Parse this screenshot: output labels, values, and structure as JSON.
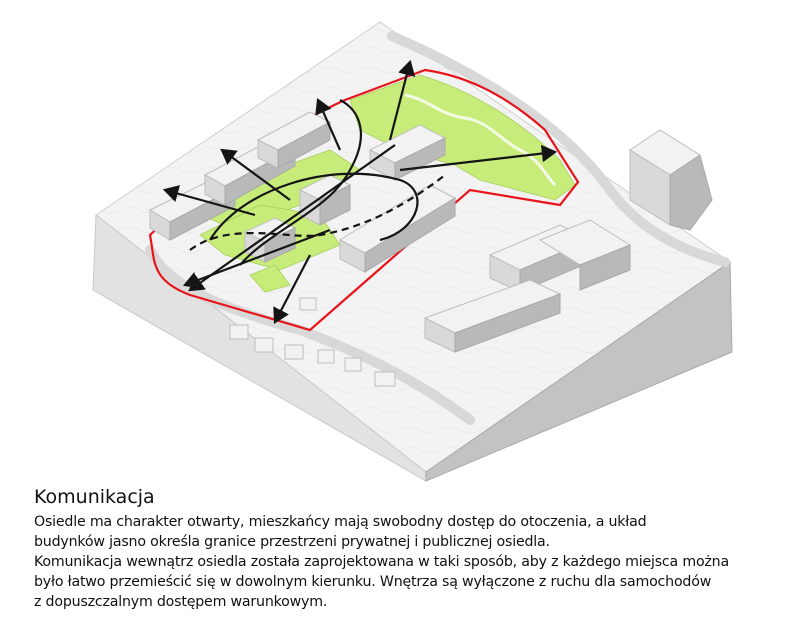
{
  "caption": {
    "title": "Komunikacja",
    "lines": [
      "Osiedle ma charakter otwarty, mieszkańcy mają swobodny dostęp do otoczenia, a układ",
      "budynków jasno określa granice przestrzeni prywatnej i publicznej osiedla.",
      "Komunikacja wewnątrz osiedla została zaprojektowana w taki sposób, aby z każdego miejsca można",
      "było łatwo przemieścić się w dowolnym kierunku. Wnętrza są wyłączone z ruchu dla samochodów",
      "z dopuszczalnym dostępem warunkowym."
    ]
  },
  "colors": {
    "boundary": "#e8141b",
    "green_space": "#c8ec7a",
    "block_top": "#f2f2f2",
    "block_side": "#b9b9b9",
    "block_front": "#d9d9d9",
    "arrows": "#151515"
  }
}
